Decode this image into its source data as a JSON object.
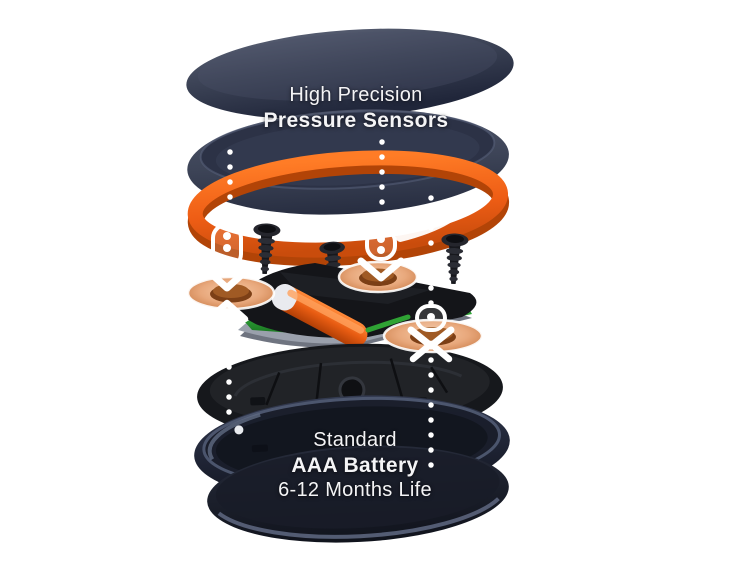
{
  "colors": {
    "background": "#ffffff",
    "shell_navy": "#3d4457",
    "shell_navy_light": "#5a6175",
    "shell_navy_deep": "#20263a",
    "seal_orange": "#ee5d15",
    "seal_orange_light": "#ff7c26",
    "seal_orange_shadow": "#b24407",
    "pcb_green": "#2da036",
    "battery_orange": "#e85c12",
    "sensor_copper": "#e8a87c",
    "sensor_copper_deep": "#8a4a1d",
    "plastic_black": "#1a1c21",
    "annotation_white": "#ffffff",
    "text_white": "#f4f4f6"
  },
  "labels": {
    "sensor": {
      "line1": "High Precision",
      "line2": "Pressure Sensors"
    },
    "battery": {
      "line1": "Standard",
      "line2": "AAA Battery",
      "line3": "6-12 Months Life"
    }
  }
}
